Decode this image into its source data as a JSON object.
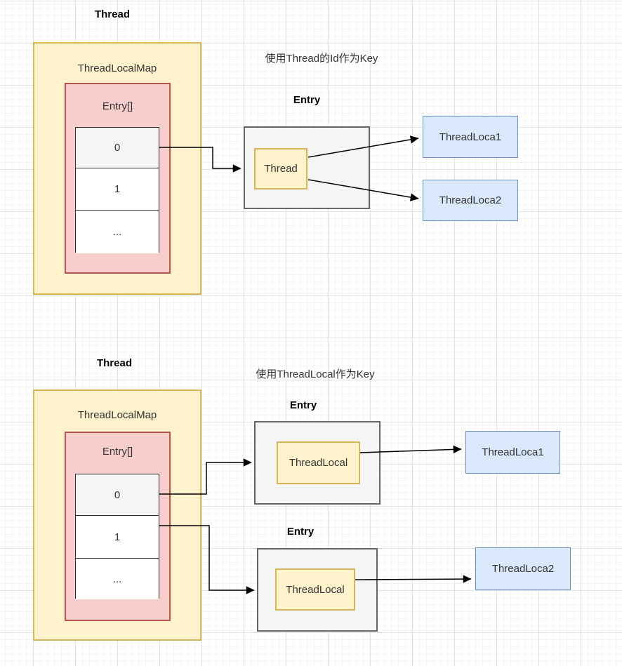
{
  "colors": {
    "thread_fill": "#FFF2CC",
    "thread_border": "#D6B656",
    "entry_array_fill": "#F8CECC",
    "entry_array_border": "#B85450",
    "entry_fill": "#F5F5F5",
    "entry_border": "#666666",
    "value_fill": "#DAE8FC",
    "value_border": "#6C8EBF",
    "slot_head_fill": "#F5F5F5",
    "connector": "#000000"
  },
  "top_diagram": {
    "thread_title": "Thread",
    "caption": "使用Thread的Id作为Key",
    "map_label": "ThreadLocalMap",
    "entry_array_label": "Entry[]",
    "slots": [
      "0",
      "1",
      "..."
    ],
    "entry": {
      "title": "Entry",
      "key_label": "Thread"
    },
    "values": [
      "ThreadLoca1",
      "ThreadLoca2"
    ]
  },
  "bottom_diagram": {
    "thread_title": "Thread",
    "caption": "使用ThreadLocal作为Key",
    "map_label": "ThreadLocalMap",
    "entry_array_label": "Entry[]",
    "slots": [
      "0",
      "1",
      "..."
    ],
    "entries": [
      {
        "title": "Entry",
        "key_label": "ThreadLocal",
        "value_label": "ThreadLoca1"
      },
      {
        "title": "Entry",
        "key_label": "ThreadLocal",
        "value_label": "ThreadLoca2"
      }
    ]
  }
}
